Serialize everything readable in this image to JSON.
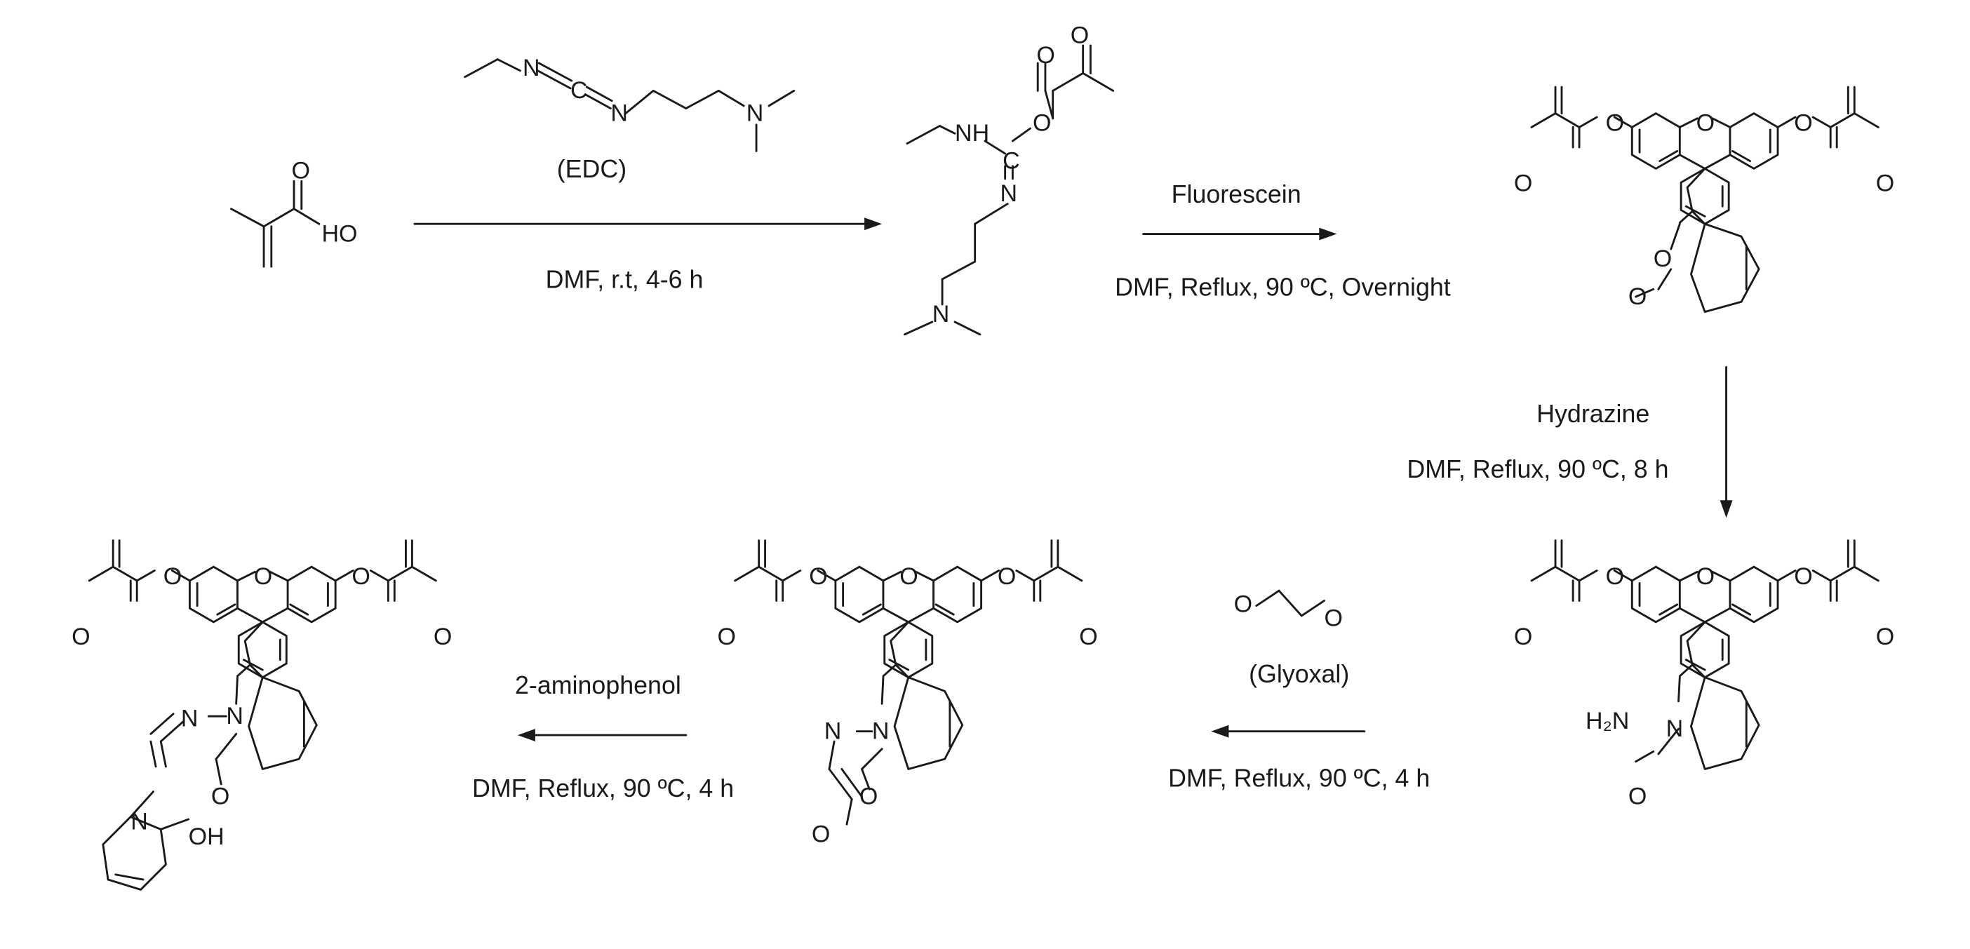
{
  "atoms": {
    "O": "O",
    "N": "N",
    "C": "C",
    "HO": "HO",
    "OH": "OH",
    "NH": "NH",
    "H2N": "H₂N"
  },
  "reagents": {
    "edc_label": "(EDC)",
    "step1_conditions": "DMF, r.t, 4-6 h",
    "fluorescein": "Fluorescein",
    "step2_conditions": "DMF, Reflux, 90 ºC, Overnight",
    "hydrazine": "Hydrazine",
    "step3_conditions": "DMF, Reflux, 90 ºC, 8 h",
    "glyoxal_label": "(Glyoxal)",
    "step4_conditions": "DMF, Reflux, 90 ºC, 4 h",
    "aminophenol": "2-aminophenol",
    "step5_conditions": "DMF, Reflux, 90 ºC, 4 h"
  }
}
